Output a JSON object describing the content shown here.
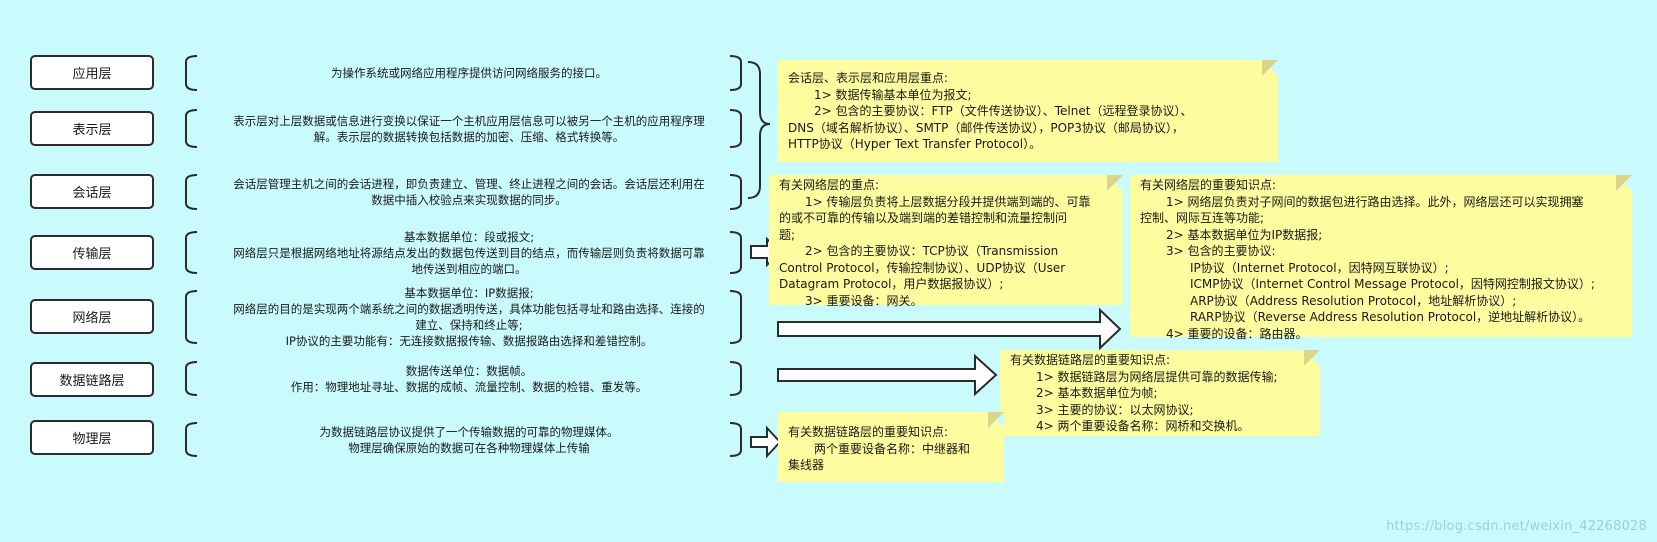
{
  "layers": [
    {
      "name": "应用层",
      "desc": [
        "为操作系统或网络应用程序提供访问网络服务的接口。"
      ]
    },
    {
      "name": "表示层",
      "desc": [
        "表示层对上层数据或信息进行变换以保证一个主机应用层信息可以被另一个主机的应用程序理",
        "解。表示层的数据转换包括数据的加密、压缩、格式转换等。"
      ]
    },
    {
      "name": "会话层",
      "desc": [
        "会话层管理主机之间的会话进程，即负责建立、管理、终止进程之间的会话。会话层还利用在",
        "数据中插入校验点来实现数据的同步。"
      ]
    },
    {
      "name": "传输层",
      "desc": [
        "基本数据单位：段或报文;",
        "网络层只是根据网络地址将源结点发出的数据包传送到目的结点，而传输层则负责将数据可靠",
        "地传送到相应的端口。"
      ]
    },
    {
      "name": "网络层",
      "desc": [
        "基本数据单位：IP数据报;",
        "网络层的目的是实现两个端系统之间的数据透明传送，具体功能包括寻址和路由选择、连接的",
        "建立、保持和终止等;",
        "IP协议的主要功能有：无连接数据报传输、数据报路由选择和差错控制。"
      ]
    },
    {
      "name": "数据链路层",
      "desc": [
        "数据传送单位：数据帧。",
        "作用：物理地址寻址、数据的成帧、流量控制、数据的检错、重发等。"
      ]
    },
    {
      "name": "物理层",
      "desc": [
        "为数据链路层协议提供了一个传输数据的可靠的物理媒体。",
        "物理层确保原始的数据可在各种物理媒体上传输"
      ]
    }
  ],
  "notes": {
    "upper": [
      "会话层、表示层和应用层重点:",
      "1> 数据传输基本单位为报文;",
      "2> 包含的主要协议：FTP（文件传送协议）、Telnet（远程登录协议）、",
      "DNS（域名解析协议）、SMTP（邮件传送协议），POP3协议（邮局协议），",
      "HTTP协议（Hyper Text Transfer Protocol）。"
    ],
    "transport": [
      "有关网络层的重点:",
      "1> 传输层负责将上层数据分段并提供端到端的、可靠",
      "的或不可靠的传输以及端到端的差错控制和流量控制问",
      "题;",
      "2> 包含的主要协议：TCP协议（Transmission",
      "Control Protocol，传输控制协议）、UDP协议（User",
      "Datagram Protocol，用户数据报协议）;",
      "3> 重要设备：网关。"
    ],
    "network": [
      "有关网络层的重要知识点:",
      "1> 网络层负责对子网间的数据包进行路由选择。此外，网络层还可以实现拥塞",
      "控制、网际互连等功能;",
      "2> 基本数据单位为IP数据报;",
      "3> 包含的主要协议:",
      "IP协议（Internet Protocol，因特网互联协议）;",
      "ICMP协议（Internet Control Message Protocol，因特网控制报文协议）;",
      "ARP协议（Address Resolution Protocol，地址解析协议）;",
      "RARP协议（Reverse Address Resolution Protocol，逆地址解析协议）。",
      "4> 重要的设备：路由器。"
    ],
    "datalink": [
      "有关数据链路层的重要知识点:",
      "1> 数据链路层为网络层提供可靠的数据传输;",
      "2> 基本数据单位为帧;",
      "3> 主要的协议：以太网协议;",
      "4> 两个重要设备名称：网桥和交换机。"
    ],
    "physical": [
      "有关数据链路层的重要知识点:",
      "两个重要设备名称：中继器和",
      "集线器"
    ]
  },
  "watermark": "https://blog.csdn.net/weixin_42268028"
}
